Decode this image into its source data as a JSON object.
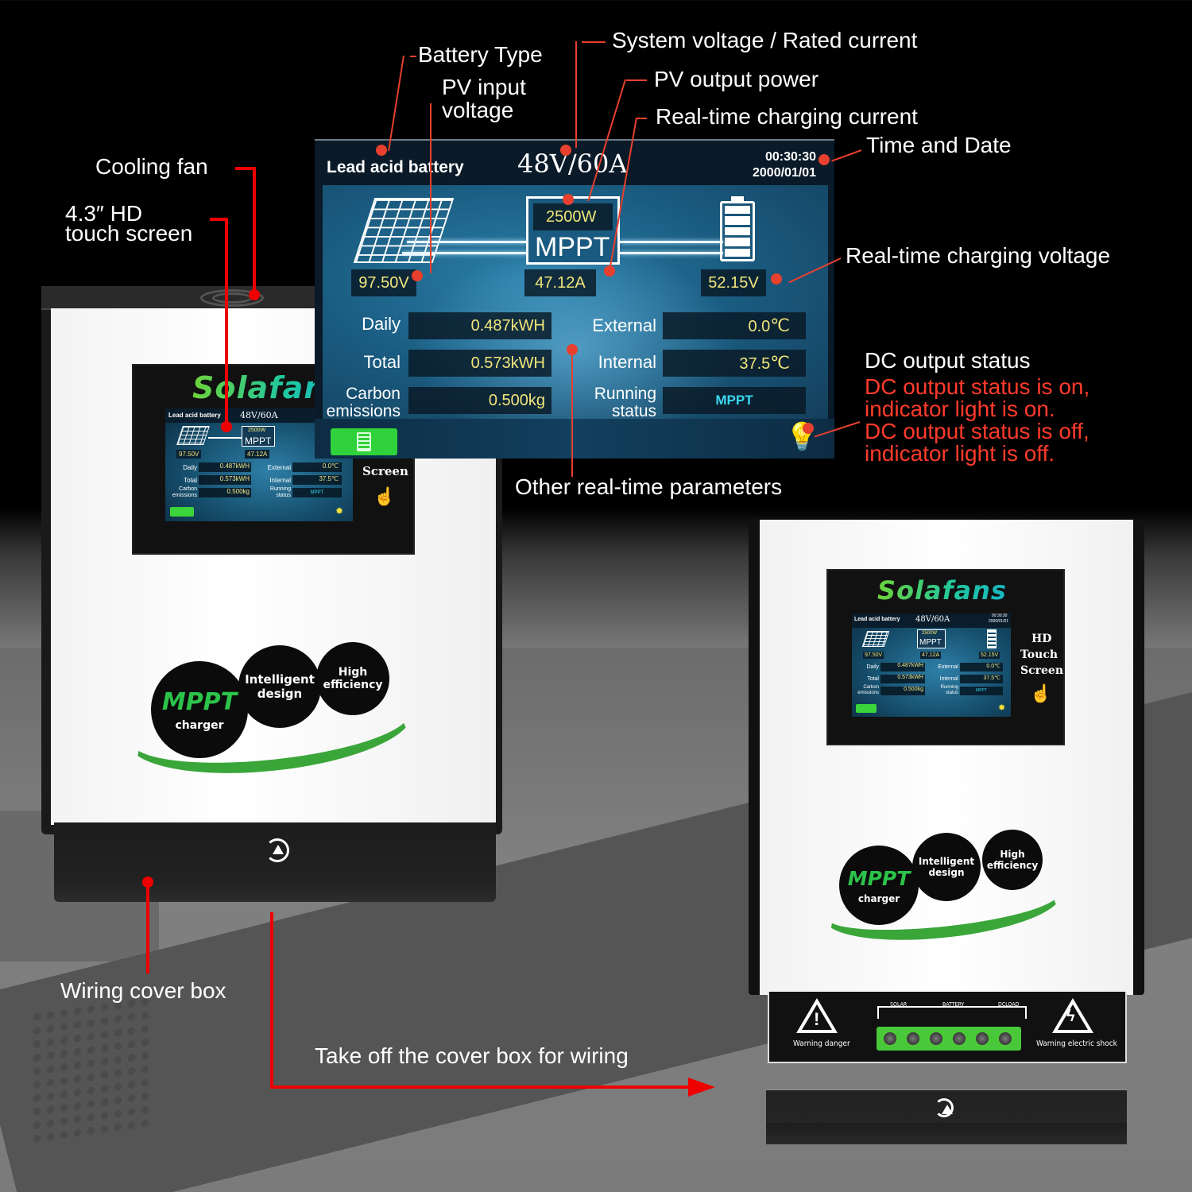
{
  "callouts": {
    "battery_type": "Battery Type",
    "pv_input_voltage_1": "PV input",
    "pv_input_voltage_2": "voltage",
    "system_voltage": "System voltage / Rated current",
    "pv_output_power": "PV output power",
    "charging_current": "Real-time charging current",
    "time_date": "Time and Date",
    "cooling_fan": "Cooling fan",
    "touch_screen_1": "4.3″ HD",
    "touch_screen_2": "touch screen",
    "charging_voltage": "Real-time charging voltage",
    "dc_output_title": "DC output status",
    "dc_on_1": "DC output status is on,",
    "dc_on_2": "indicator light is on.",
    "dc_off_1": "DC output status is off,",
    "dc_off_2": "indicator light is off.",
    "other_params": "Other real-time parameters",
    "wiring_cover": "Wiring cover box",
    "take_off_cover": "Take off the cover box for wiring"
  },
  "screen": {
    "battery_type": "Lead acid battery",
    "system_rating": "48V/60A",
    "time": "00:30:30",
    "date": "2000/01/01",
    "pv_power": "2500W",
    "mode_label": "MPPT",
    "pv_voltage": "97.50V",
    "charge_current": "47.12A",
    "charge_voltage": "52.15V",
    "rows": [
      {
        "label": "Daily",
        "value": "0.487kWH"
      },
      {
        "label": "Total",
        "value": "0.573kWH"
      },
      {
        "label_1": "Carbon",
        "label_2": "emissions",
        "value": "0.500kg"
      }
    ],
    "right_rows": [
      {
        "label": "External",
        "value": "0.0",
        "unit": "℃"
      },
      {
        "label": "Internal",
        "value": "37.5",
        "unit": "℃"
      },
      {
        "label_1": "Running",
        "label_2": "status",
        "value": "MPPT"
      }
    ]
  },
  "device": {
    "brand": "Solafans",
    "hd_1": "HD",
    "hd_2": "Touch",
    "hd_3": "Screen",
    "screen_label": "Screen",
    "bubbles": {
      "mppt": "MPPT",
      "charger": "charger",
      "intelligent_1": "Intelligent",
      "intelligent_2": "design",
      "high_1": "High",
      "high_2": "efficiency"
    },
    "terminal": {
      "solar": "SOLAR",
      "battery": "BATTERY",
      "dcload": "DCLOAD",
      "warning_danger": "Warning danger",
      "warning_shock": "Warning electric shock"
    }
  },
  "colors": {
    "callout_line": "#e8402e",
    "red_line": "#e00000",
    "value_text": "#f2e67a",
    "status_text": "#38d8f0",
    "brand_green": "#2ec76a"
  }
}
